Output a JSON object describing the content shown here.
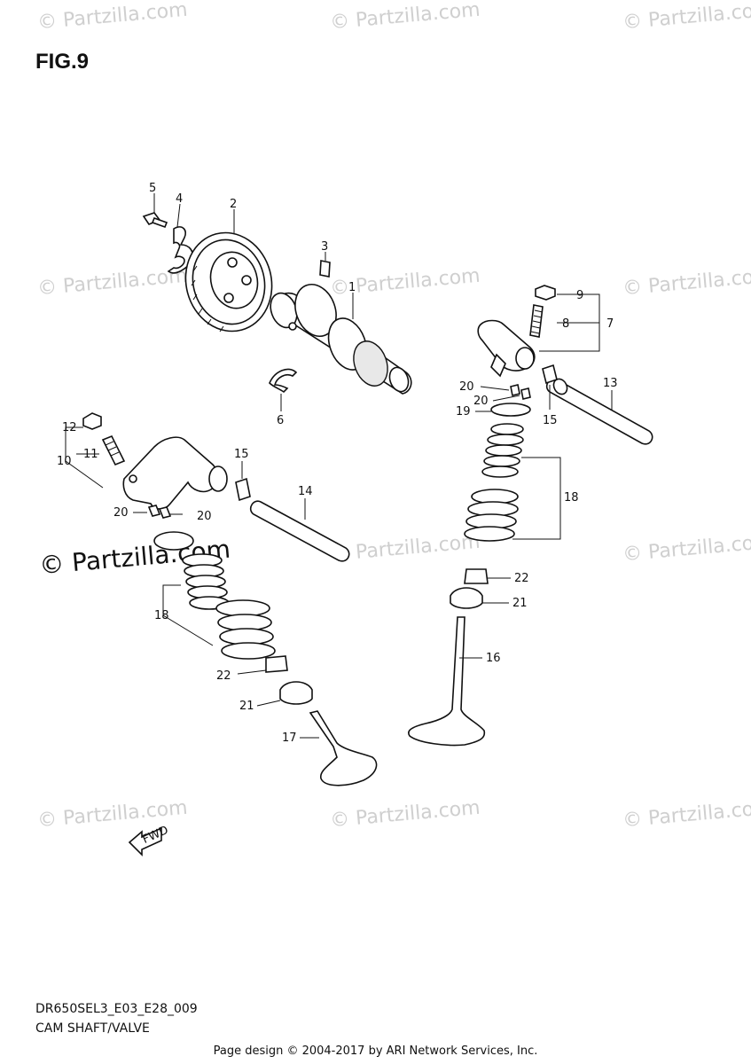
{
  "figure": {
    "title": "FIG.9",
    "model_code": "DR650SEL3_E03_E28_009",
    "section_name": "CAM SHAFT/VALVE"
  },
  "footer": {
    "text": "Page design © 2004-2017 by ARI Network Services, Inc."
  },
  "watermark": {
    "text": "© Partzilla.com"
  },
  "fwd_label": "FWD",
  "callouts": {
    "c1": "1",
    "c2": "2",
    "c3": "3",
    "c4": "4",
    "c5": "5",
    "c6": "6",
    "c7": "7",
    "c8": "8",
    "c9": "9",
    "c10": "10",
    "c11": "11",
    "c12": "12",
    "c13": "13",
    "c14": "14",
    "c15a": "15",
    "c15b": "15",
    "c16": "16",
    "c17": "17",
    "c18a": "18",
    "c18b": "18",
    "c19": "19",
    "c20a": "20",
    "c20b": "20",
    "c20c": "20",
    "c20d": "20",
    "c21a": "21",
    "c21b": "21",
    "c22a": "22",
    "c22b": "22"
  }
}
